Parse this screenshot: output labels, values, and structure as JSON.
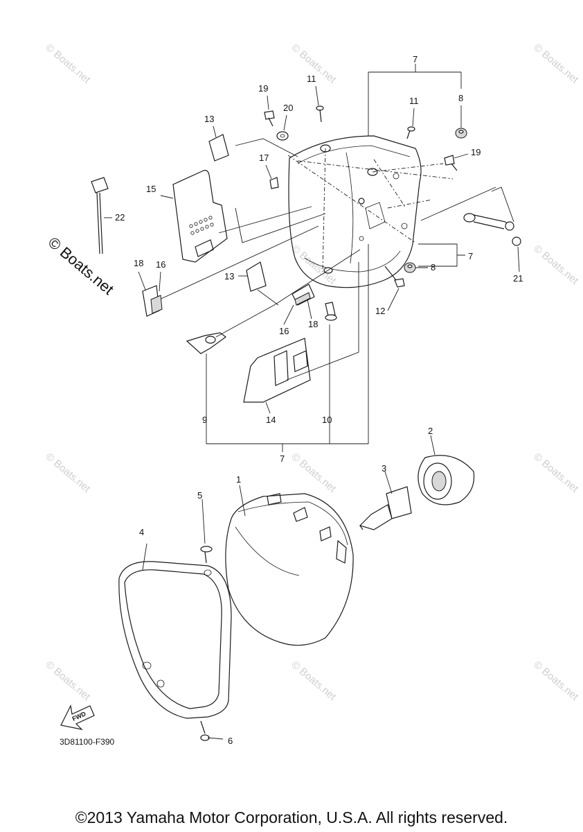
{
  "diagram": {
    "watermark": "© Boats.net",
    "fwd_label": "FWD",
    "code": "3D81100-F390",
    "copyright": "©2013 Yamaha Motor Corporation, U.S.A. All rights reserved.",
    "callouts": {
      "c1": "1",
      "c2": "2",
      "c3": "3",
      "c4": "4",
      "c5": "5",
      "c6": "6",
      "c7a": "7",
      "c7b": "7",
      "c7c": "7",
      "c8a": "8",
      "c8b": "8",
      "c9": "9",
      "c10": "10",
      "c11a": "11",
      "c11b": "11",
      "c12": "12",
      "c13a": "13",
      "c13b": "13",
      "c14": "14",
      "c15": "15",
      "c16a": "16",
      "c16b": "16",
      "c17": "17",
      "c18a": "18",
      "c18b": "18",
      "c19a": "19",
      "c19b": "19",
      "c20": "20",
      "c21": "21",
      "c22": "22"
    }
  }
}
